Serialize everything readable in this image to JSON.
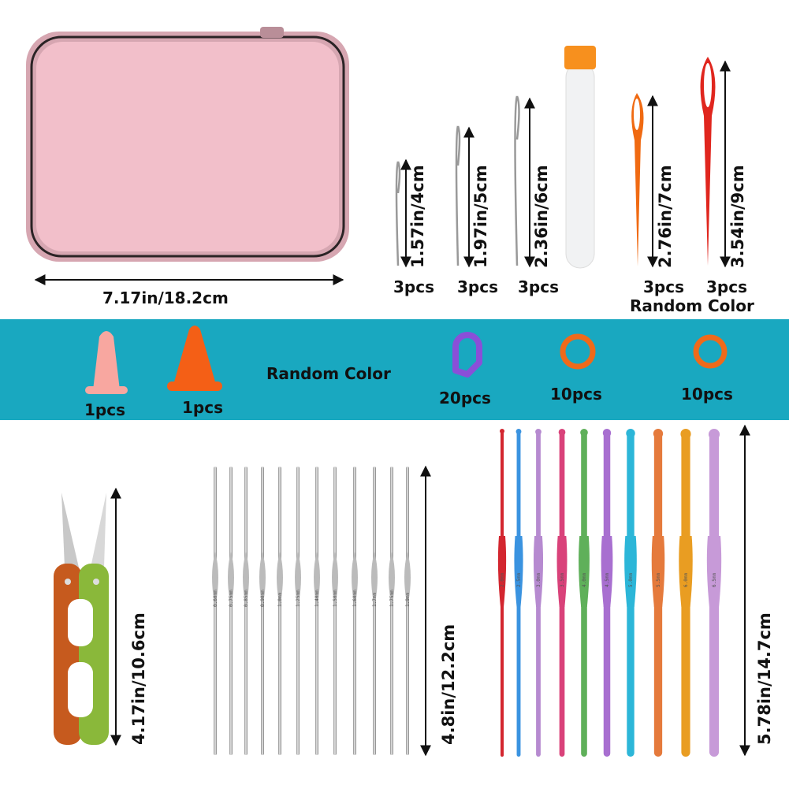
{
  "case": {
    "dimension": "7.17in/18.2cm",
    "color": "#f2bfca"
  },
  "tapestry_needles": [
    {
      "size": "1.57in/4cm",
      "qty": "3pcs"
    },
    {
      "size": "1.97in/5cm",
      "qty": "3pcs"
    },
    {
      "size": "2.36in/6cm",
      "qty": "3pcs"
    }
  ],
  "plastic_needles": [
    {
      "size": "2.76in/7cm",
      "qty": "3pcs",
      "color": "#f06a12"
    },
    {
      "size": "3.54in/9cm",
      "qty": "3pcs",
      "color": "#e0261e"
    }
  ],
  "plastic_needles_note": "Random Color",
  "band": {
    "color": "#19a8c0",
    "point_protectors": [
      {
        "qty": "1pcs",
        "color": "#f8a7a0"
      },
      {
        "qty": "1pcs",
        "color": "#f45f16"
      }
    ],
    "note": "Random Color",
    "stitch_markers": {
      "qty": "20pcs",
      "color": "#8a4fd8"
    },
    "rings": [
      {
        "qty": "10pcs",
        "color": "#ef6a1a"
      },
      {
        "qty": "10pcs",
        "color": "#ef6a1a"
      }
    ]
  },
  "scissors": {
    "size": "4.17in/10.6cm"
  },
  "steel_hooks": {
    "size": "4.8in/12.2cm",
    "labels": [
      "0.60mm",
      "0.75mm",
      "0.85mm",
      "0.90mm",
      "1.0mm",
      "1.25mm",
      "1.40mm",
      "1.50mm",
      "1.60mm",
      "1.7mm",
      "1.75mm",
      "1.9mm"
    ]
  },
  "aluminum_hooks": {
    "size": "5.78in/14.7cm",
    "items": [
      {
        "label": "2.0mm",
        "color": "#d3262f"
      },
      {
        "label": "2.5mm",
        "color": "#3a93e0"
      },
      {
        "label": "3.0mm",
        "color": "#b68ad0"
      },
      {
        "label": "3.5mm",
        "color": "#d9427a"
      },
      {
        "label": "4.0mm",
        "color": "#5fb05a"
      },
      {
        "label": "4.5mm",
        "color": "#a86fd0"
      },
      {
        "label": "5.0mm",
        "color": "#2cb6d8"
      },
      {
        "label": "5.5mm",
        "color": "#e57a3c"
      },
      {
        "label": "6.0mm",
        "color": "#e99d22"
      },
      {
        "label": "6.5mm",
        "color": "#c79ad8"
      }
    ]
  }
}
